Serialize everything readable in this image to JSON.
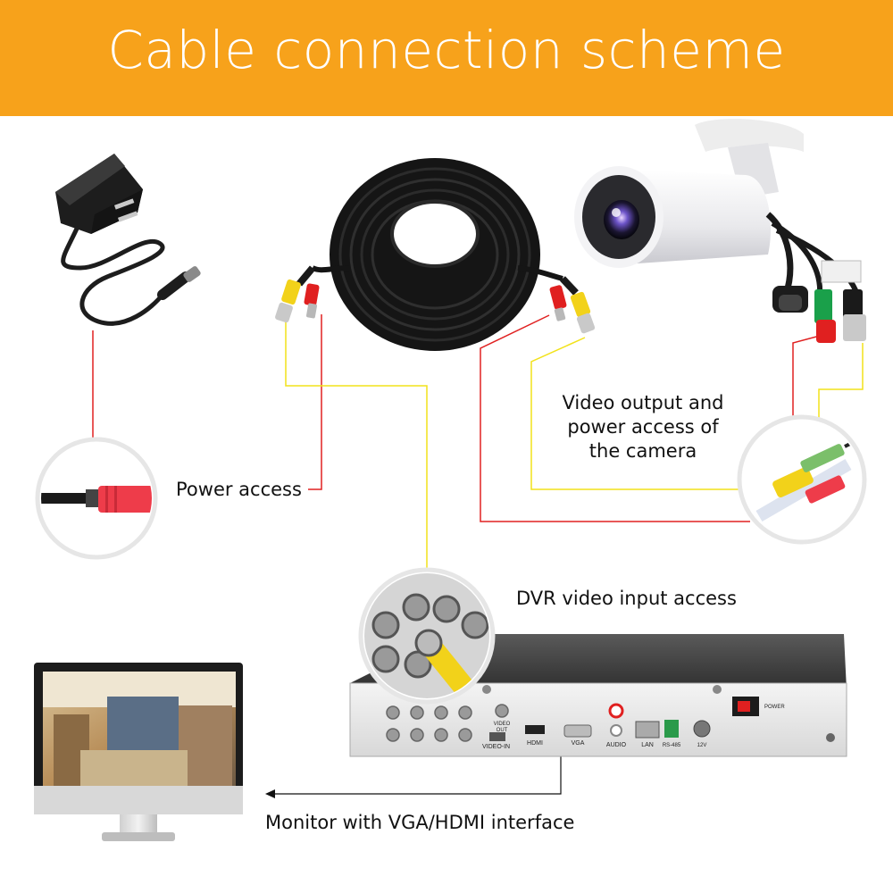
{
  "header": {
    "title": "Cable connection scheme",
    "background_color": "#f7a21b"
  },
  "labels": {
    "power_access": "Power access",
    "camera_output": [
      "Video output and",
      "power access of",
      "the camera"
    ],
    "dvr_input": "DVR video input access",
    "monitor": "Monitor with VGA/HDMI interface"
  },
  "dvr_panel": {
    "video_out": [
      "VIDEO",
      "OUT"
    ],
    "video_in": "VIDEO-IN",
    "hdmi": "HDMI",
    "vga": "VGA",
    "audio": "AUDIO",
    "lan": "LAN",
    "rs485": "RS-485",
    "dc": "12V",
    "power": "POWER"
  },
  "colors": {
    "power_line": "#e02020",
    "video_line": "#f2e21a",
    "arrow_line": "#111111",
    "callout_ring": "#e6e6e6"
  },
  "icons": [
    "power-adapter-icon",
    "coax-cable-reel-icon",
    "bullet-camera-icon",
    "dvr-recorder-icon",
    "monitor-icon"
  ]
}
